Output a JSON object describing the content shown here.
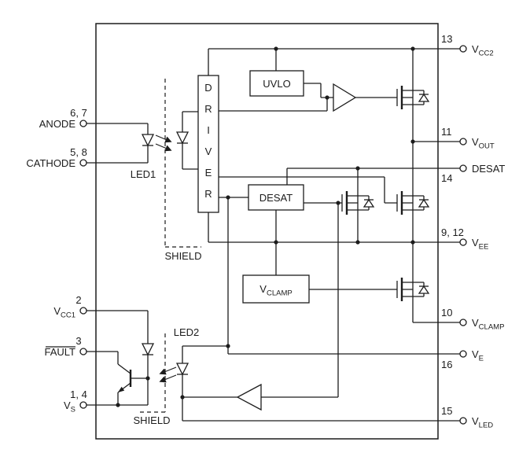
{
  "diagram": {
    "kind": "gate-driver optocoupler functional block diagram",
    "colors": {
      "line": "#1c1c1c",
      "background": "#ffffff"
    }
  },
  "pins": {
    "left": [
      {
        "num": "6, 7",
        "main": "ANODE",
        "sub": ""
      },
      {
        "num": "5, 8",
        "main": "CATHODE",
        "sub": ""
      },
      {
        "num": "2",
        "main": "V",
        "sub": "CC1"
      },
      {
        "num": "3",
        "main": "FAULT",
        "sub": ""
      },
      {
        "num": "1, 4",
        "main": "V",
        "sub": "S"
      }
    ],
    "right": [
      {
        "num": "13",
        "main": "V",
        "sub": "CC2"
      },
      {
        "num": "11",
        "main": "V",
        "sub": "OUT"
      },
      {
        "num": "14",
        "main": "DESAT",
        "sub": ""
      },
      {
        "num": "9, 12",
        "main": "V",
        "sub": "EE"
      },
      {
        "num": "10",
        "main": "V",
        "sub": "CLAMP"
      },
      {
        "num": "16",
        "main": "V",
        "sub": "E"
      },
      {
        "num": "15",
        "main": "V",
        "sub": "LED"
      }
    ]
  },
  "blocks": {
    "driver": {
      "letters": [
        "D",
        "R",
        "I",
        "V",
        "E",
        "R"
      ]
    },
    "uvlo": "UVLO",
    "desat": "DESAT",
    "vclamp": {
      "main": "V",
      "sub": "CLAMP"
    }
  },
  "labels": {
    "led1": "LED1",
    "led2": "LED2",
    "shield_top": "SHIELD",
    "shield_bottom": "SHIELD"
  }
}
